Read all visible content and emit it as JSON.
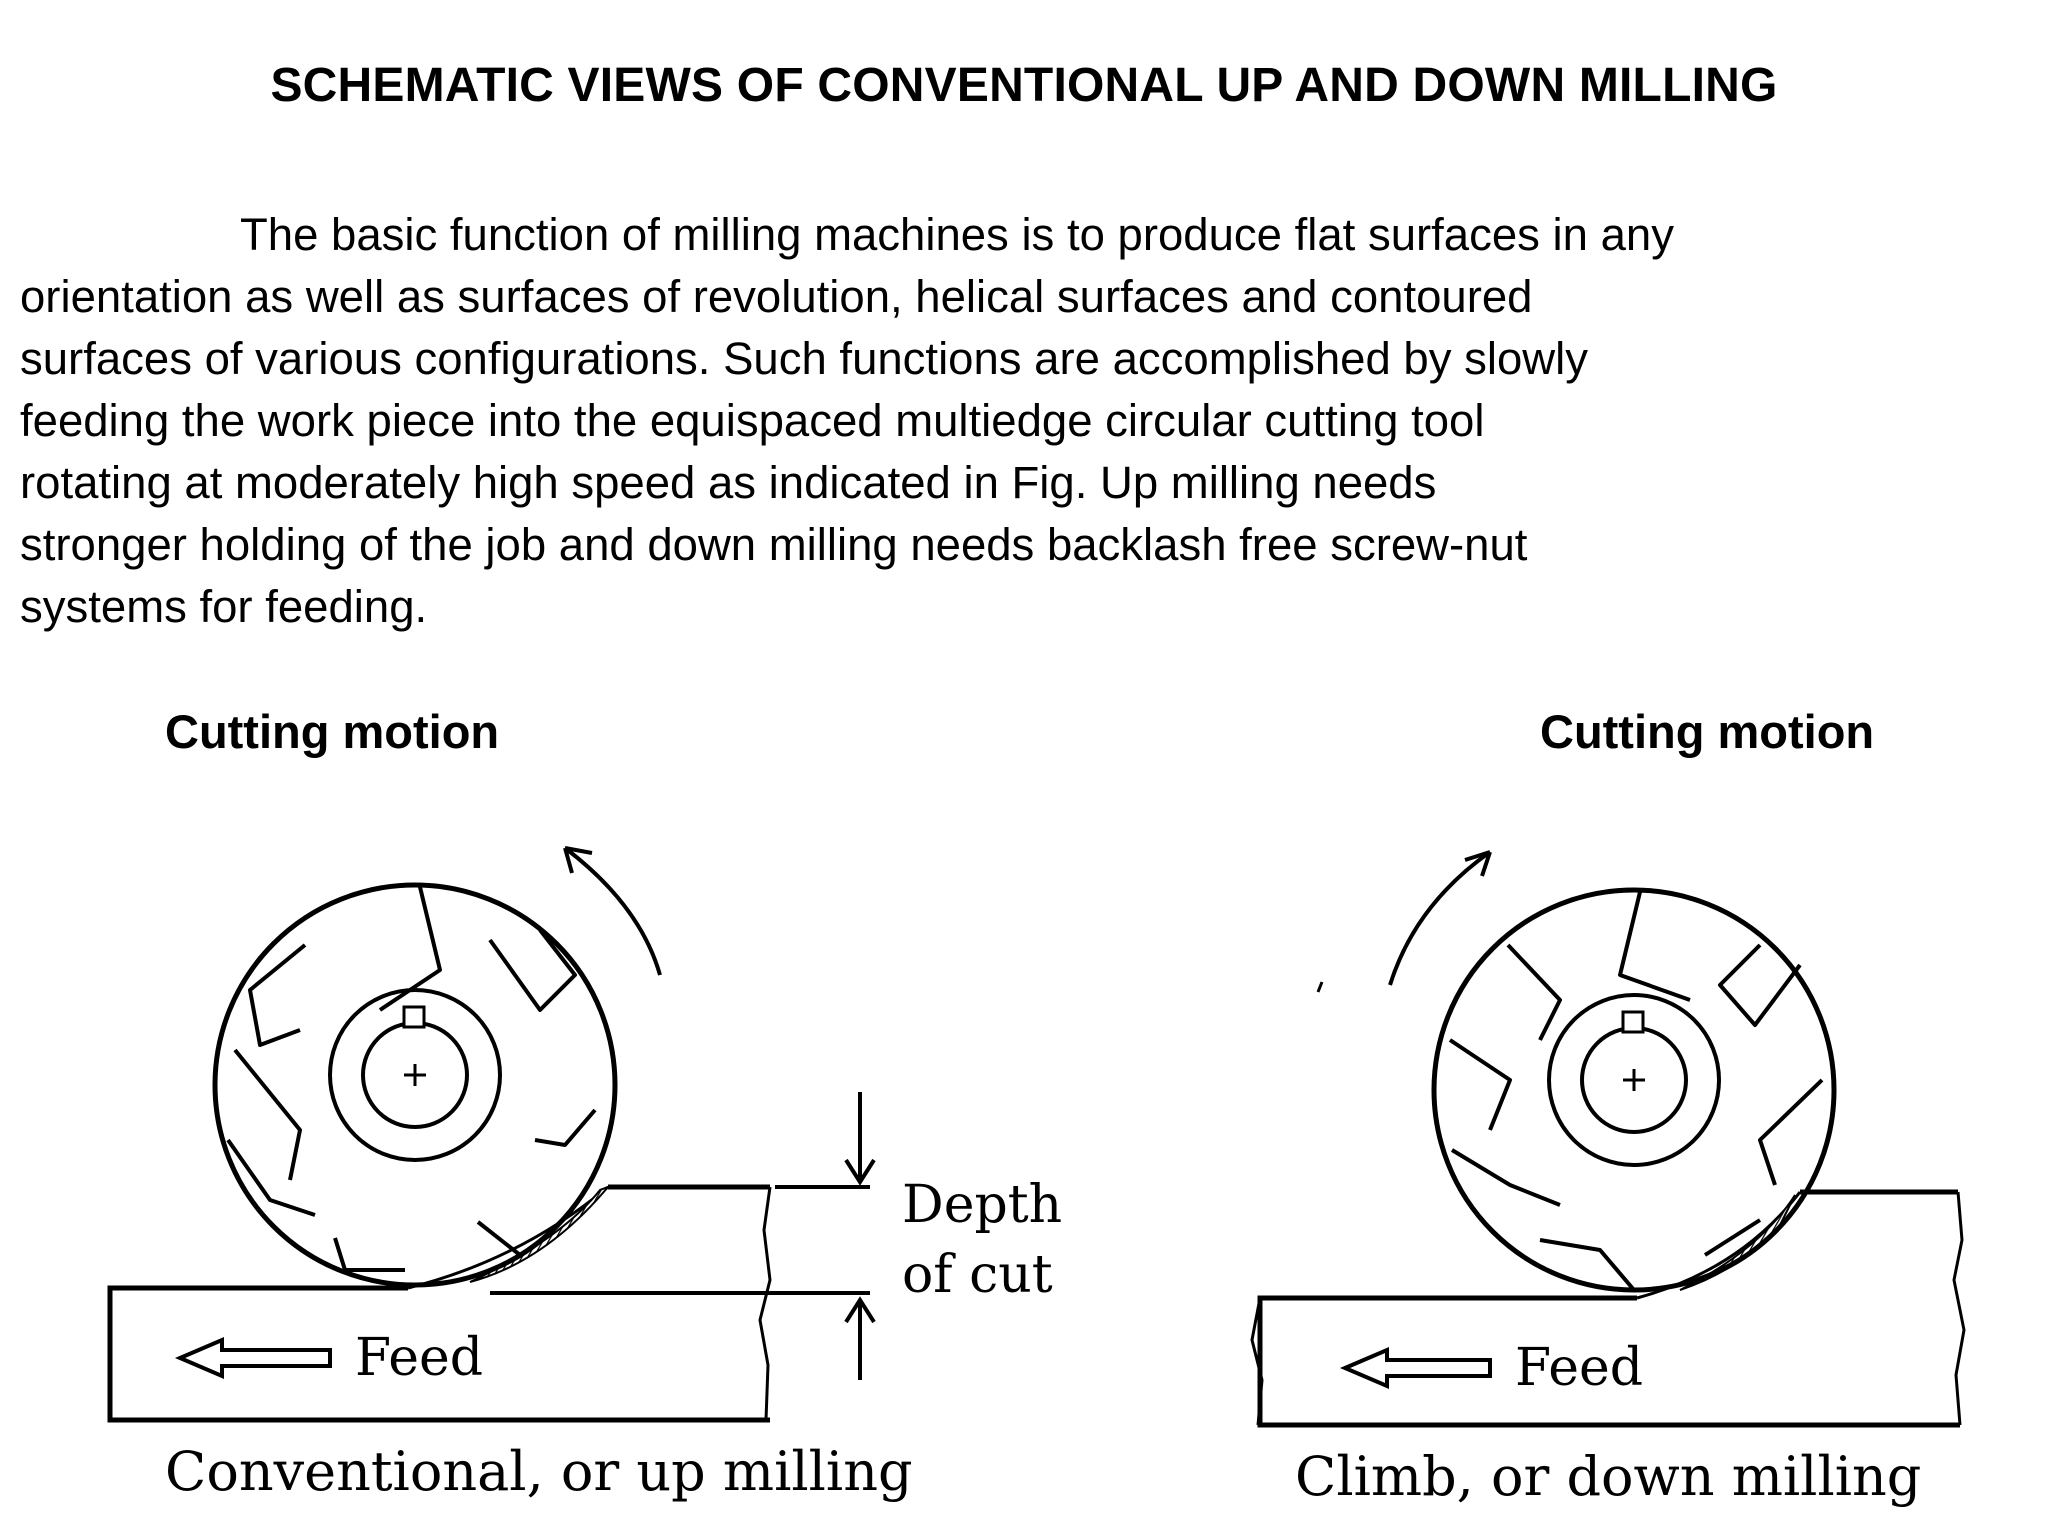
{
  "title": "SCHEMATIC VIEWS OF CONVENTIONAL UP AND DOWN MILLING",
  "paragraph_lines": [
    "The basic function of milling machines is to produce flat surfaces in any",
    "orientation as well as surfaces of revolution, helical surfaces and contoured",
    "surfaces of various configurations. Such functions are accomplished by slowly",
    "feeding the work piece into the equispaced multiedge circular cutting tool",
    "rotating at moderately high speed as indicated in Fig. Up milling needs",
    "stronger holding of the job and down milling needs backlash free screw-nut",
    "systems for feeding."
  ],
  "left_figure": {
    "heading": "Cutting motion",
    "depth_label_1": "Depth",
    "depth_label_2": "of cut",
    "feed_label": "Feed",
    "caption": "Conventional, or up milling"
  },
  "right_figure": {
    "heading": "Cutting motion",
    "feed_label": "Feed",
    "caption": "Climb, or down milling"
  }
}
